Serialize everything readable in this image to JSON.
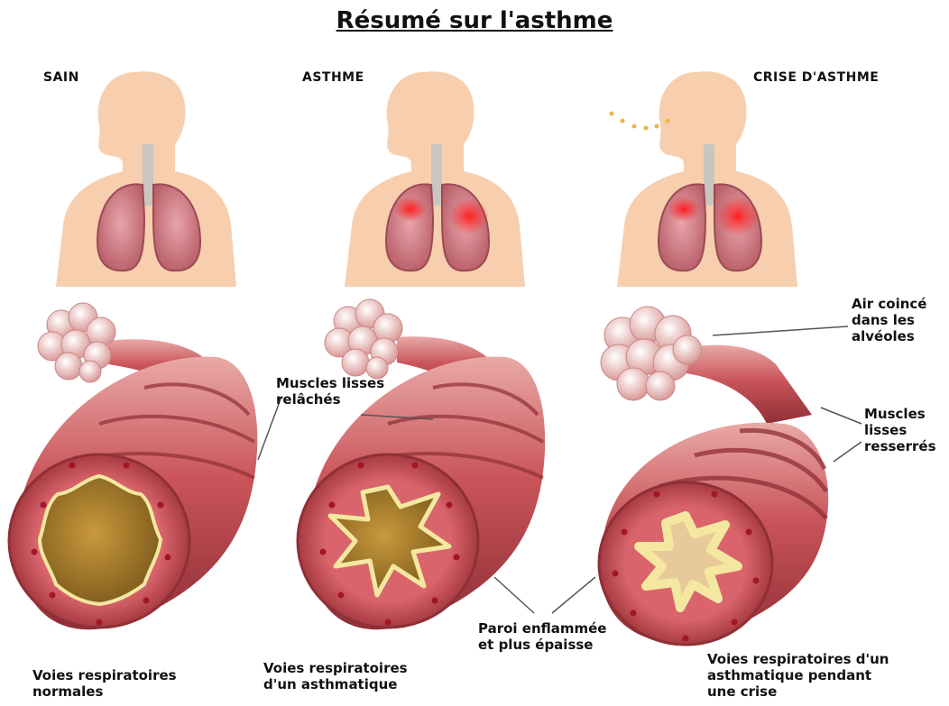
{
  "title": "Résumé sur l'asthme",
  "columns": [
    {
      "heading": "SAIN",
      "caption": [
        "Voies respiratoires",
        "normales"
      ]
    },
    {
      "heading": "ASTHME",
      "caption": [
        "Voies respiratoires",
        "d'un asthmatique"
      ]
    },
    {
      "heading": "CRISE D'ASTHME",
      "caption": [
        "Voies respiratoires d'un",
        "asthmatique pendant",
        "une crise"
      ]
    }
  ],
  "labels": {
    "relaxed_muscles": [
      "Muscles lisses",
      "relâchés"
    ],
    "trapped_air": [
      "Air coincé",
      "dans les",
      "alvéoles"
    ],
    "tight_muscles": [
      "Muscles",
      "lisses",
      "resserrés"
    ],
    "inflamed_wall": [
      "Paroi enflammée",
      "et plus épaisse"
    ]
  },
  "colors": {
    "skin": "#f7cfae",
    "lung": "#d7838c",
    "inflammation": "#e8232b",
    "airway_wall": "#c9545a",
    "airway_lumen": "#b8862b",
    "mucus_border": "#f4e8a0",
    "alveoli": "#f0c2bf"
  }
}
